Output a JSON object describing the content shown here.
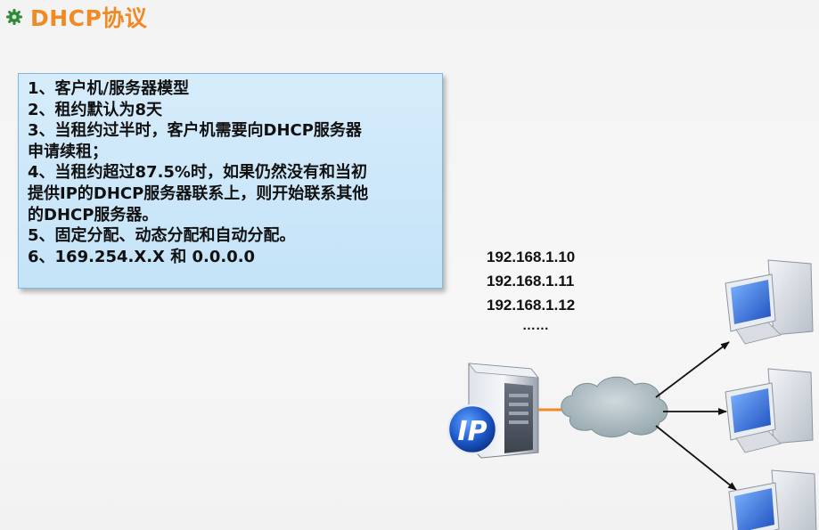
{
  "title": {
    "text": "DHCP协议",
    "bullet_icon": "gear-bullet-icon",
    "color": "#f08a24"
  },
  "info_box": {
    "lines": [
      "1、客户机/服务器模型",
      "2、租约默认为8天",
      "3、当租约过半时，客户机需要向DHCP服务器",
      "申请续租；",
      "4、当租约超过87.5%时，如果仍然没有和当初",
      "提供IP的DHCP服务器联系上，则开始联系其他",
      "的DHCP服务器。",
      "5、固定分配、动态分配和自动分配。",
      "6、169.254.X.X 和 0.0.0.0"
    ]
  },
  "diagram": {
    "ip_addresses": [
      "192.168.1.10",
      "192.168.1.11",
      "192.168.1.12"
    ],
    "ellipsis": "……",
    "server_badge": "IP",
    "icons": [
      "dhcp-server-icon",
      "cloud-icon",
      "client-computer-icon"
    ]
  }
}
